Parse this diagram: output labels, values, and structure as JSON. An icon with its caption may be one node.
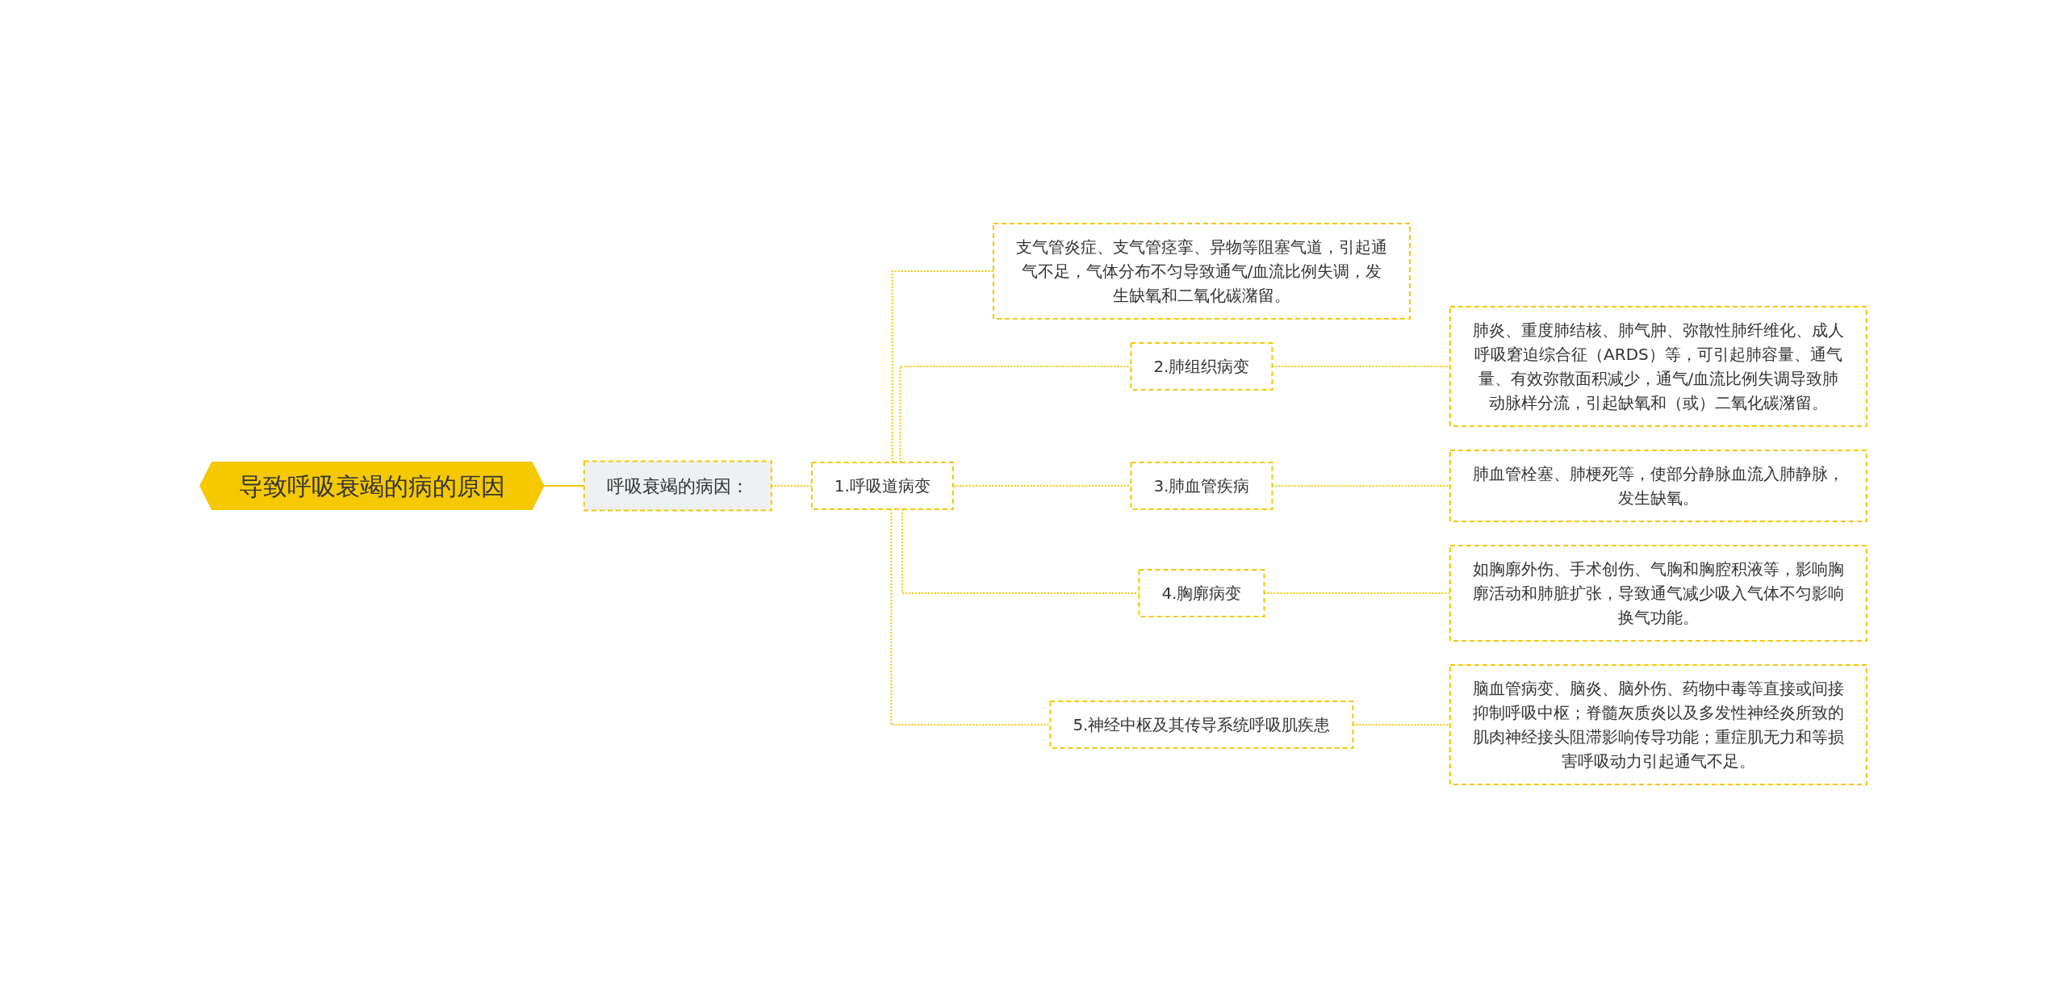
{
  "diagram": {
    "nodes": [
      {
        "text": [
          "导致呼吸衰竭的病的原因"
        ]
      },
      {
        "text": [
          "呼吸衰竭的病因："
        ]
      },
      {
        "text": [
          "1.呼吸道病变"
        ]
      },
      {
        "text": [
          "支气管炎症、支气管痉挛、异物等阻塞气道，引起通气不足，气体分布不匀导致通气/血流比例失调，发生缺氧和二氧化碳潴留。"
        ]
      },
      {
        "text": [
          "2.肺组织病变"
        ]
      },
      {
        "text": [
          "肺炎、重度肺结核、肺气肿、弥散性肺纤维化、成人呼吸窘迫综合征（ARDS）等，可引起肺容量、通气量、有效弥散面积减少，通气/血流比例失调导致肺动脉样分流，引起缺氧和（或）二氧化碳潴留。"
        ]
      },
      {
        "text": [
          "3.肺血管疾病"
        ]
      },
      {
        "text": [
          "肺血管栓塞、肺梗死等，使部分静脉血流入肺静脉，发生缺氧。"
        ]
      },
      {
        "text": [
          "4.胸廓病变"
        ]
      },
      {
        "text": [
          "如胸廓外伤、手术创伤、气胸和胸腔积液等，影响胸廓活动和肺脏扩张，导致通气减少吸入气体不匀影响换气功能。"
        ]
      },
      {
        "text": [
          "5.神经中枢及其传导系统呼吸肌疾患"
        ]
      },
      {
        "text": [
          "脑血管病变、脑炎、脑外伤、药物中毒等直接或间接抑制呼吸中枢；脊髓灰质炎以及多发性神经炎所致的肌肉神经接头阻滞影响传导功能；重症肌无力和等损害呼吸动力引起通气不足。"
        ]
      }
    ],
    "edges": [
      {
        "from": 0,
        "to": 1,
        "arrow": "none"
      },
      {
        "from": 1,
        "to": 2,
        "arrow": "none",
        "style": "dashed"
      },
      {
        "from": 2,
        "to": 3,
        "arrow": "none",
        "style": "dashed"
      },
      {
        "from": 2,
        "to": 4,
        "arrow": "none",
        "style": "dashed"
      },
      {
        "from": 2,
        "to": 6,
        "arrow": "none",
        "style": "dashed"
      },
      {
        "from": 2,
        "to": 8,
        "arrow": "none",
        "style": "dashed"
      },
      {
        "from": 2,
        "to": 10,
        "arrow": "none",
        "style": "dashed"
      },
      {
        "from": 4,
        "to": 5,
        "arrow": "none",
        "style": "dashed"
      },
      {
        "from": 6,
        "to": 7,
        "arrow": "none",
        "style": "dashed"
      },
      {
        "from": 8,
        "to": 9,
        "arrow": "none",
        "style": "dashed"
      },
      {
        "from": 10,
        "to": 11,
        "arrow": "none",
        "style": "dashed"
      }
    ]
  }
}
